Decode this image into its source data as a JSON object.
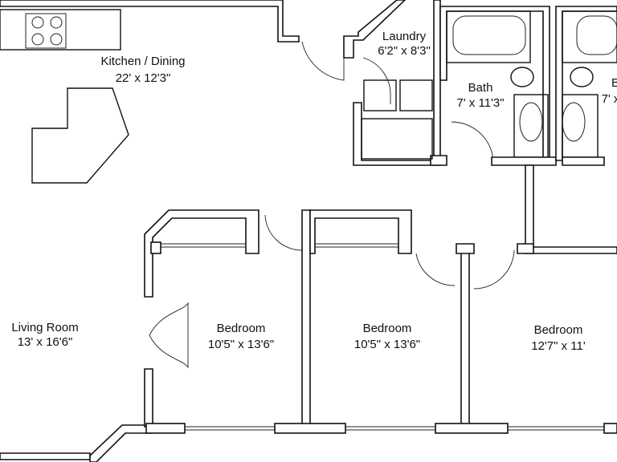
{
  "rooms": {
    "kitchen": {
      "name": "Kitchen / Dining",
      "size": "22' x 12'3\""
    },
    "laundry": {
      "name": "Laundry",
      "size": "6'2\" x 8'3\""
    },
    "bath1": {
      "name": "Bath",
      "size": "7' x 11'3\""
    },
    "bath2": {
      "name": "B",
      "size": "7' x"
    },
    "living": {
      "name": "Living Room",
      "size": "13' x 16'6\""
    },
    "bedroom1": {
      "name": "Bedroom",
      "size": "10'5\" x 13'6\""
    },
    "bedroom2": {
      "name": "Bedroom",
      "size": "10'5\" x 13'6\""
    },
    "bedroom3": {
      "name": "Bedroom",
      "size": "12'7\" x 11'"
    }
  }
}
